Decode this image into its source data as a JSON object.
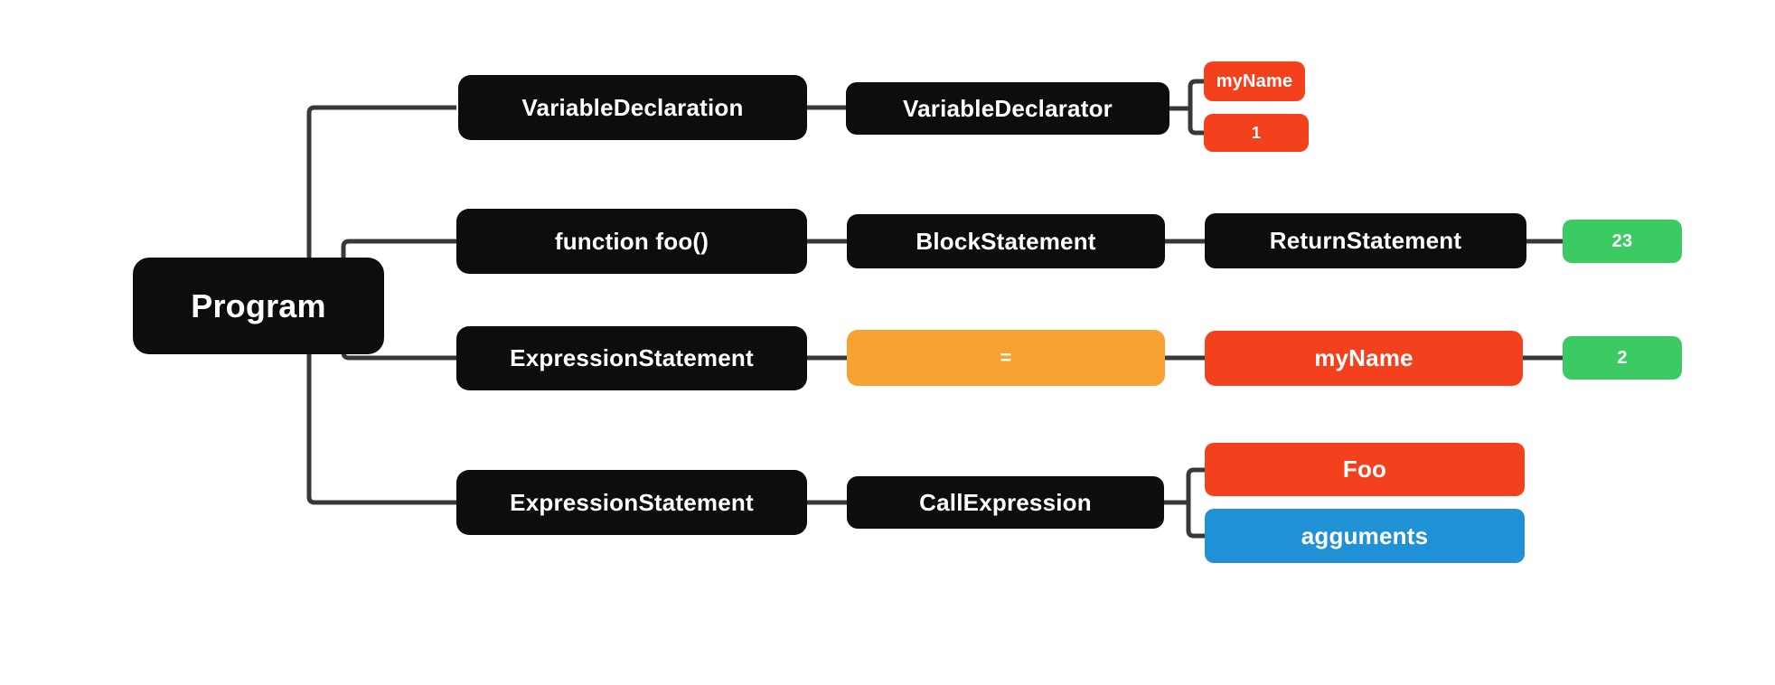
{
  "diagram": {
    "description": "Abstract syntax tree diagram rooted at Program",
    "colors": {
      "node_black": "#0d0d0d",
      "node_red": "#f4411d",
      "node_orange": "#f7a233",
      "node_green": "#3bcb62",
      "node_blue": "#2191d6",
      "connector": "#383838",
      "text": "#ffffff",
      "background": "#ffffff"
    },
    "nodes": {
      "program": {
        "label": "Program"
      },
      "variable_declaration": {
        "label": "VariableDeclaration"
      },
      "variable_declarator": {
        "label": "VariableDeclarator"
      },
      "my_name_id": {
        "label": "myName"
      },
      "value_one": {
        "label": "1"
      },
      "function_foo": {
        "label": "function foo()"
      },
      "block_statement": {
        "label": "BlockStatement"
      },
      "return_statement": {
        "label": "ReturnStatement"
      },
      "value_23": {
        "label": "23"
      },
      "expression_statement_assign": {
        "label": "ExpressionStatement"
      },
      "assign_operator": {
        "label": "="
      },
      "my_name_target": {
        "label": "myName"
      },
      "value_2": {
        "label": "2"
      },
      "expression_statement_call": {
        "label": "ExpressionStatement"
      },
      "call_expression": {
        "label": "CallExpression"
      },
      "callee_foo": {
        "label": "Foo"
      },
      "arguments_node": {
        "label": "agguments"
      }
    },
    "edges": [
      [
        "program",
        "variable_declaration"
      ],
      [
        "variable_declaration",
        "variable_declarator"
      ],
      [
        "variable_declarator",
        "my_name_id"
      ],
      [
        "variable_declarator",
        "value_one"
      ],
      [
        "program",
        "function_foo"
      ],
      [
        "function_foo",
        "block_statement"
      ],
      [
        "block_statement",
        "return_statement"
      ],
      [
        "return_statement",
        "value_23"
      ],
      [
        "program",
        "expression_statement_assign"
      ],
      [
        "expression_statement_assign",
        "assign_operator"
      ],
      [
        "assign_operator",
        "my_name_target"
      ],
      [
        "my_name_target",
        "value_2"
      ],
      [
        "program",
        "expression_statement_call"
      ],
      [
        "expression_statement_call",
        "call_expression"
      ],
      [
        "call_expression",
        "callee_foo"
      ],
      [
        "call_expression",
        "arguments_node"
      ]
    ]
  }
}
